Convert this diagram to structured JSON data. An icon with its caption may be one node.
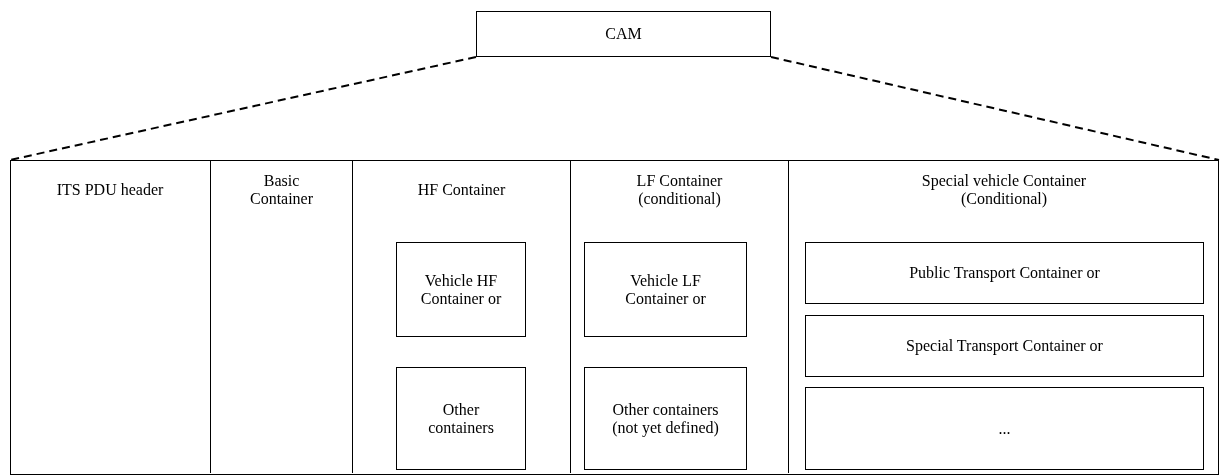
{
  "diagram": {
    "nodes": [
      {
        "text": [
          "CAM"
        ]
      },
      {
        "text": [],
        "shape": "box"
      },
      {
        "text": [
          "ITS PDU header"
        ],
        "in": 1
      },
      {
        "text": [
          "Basic Container"
        ],
        "in": 1
      },
      {
        "text": [
          "HF Container"
        ],
        "in": 1
      },
      {
        "text": [
          "Vehicle HF Container or"
        ],
        "in": 4
      },
      {
        "text": [
          "Other containers"
        ],
        "in": 4
      },
      {
        "text": [
          "LF Container (conditional)"
        ],
        "in": 1
      },
      {
        "text": [
          "Vehicle LF Container or"
        ],
        "in": 7
      },
      {
        "text": [
          "Other containers (not yet defined)"
        ],
        "in": 7
      },
      {
        "text": [
          "Special vehicle Container (Conditional)"
        ],
        "in": 1
      },
      {
        "text": [
          "Public Transport Container or"
        ],
        "in": 10
      },
      {
        "text": [
          "Special Transport Container or"
        ],
        "in": 10
      },
      {
        "text": [
          "..."
        ],
        "in": 10
      }
    ],
    "edges": [
      {
        "from": 0,
        "to": 1,
        "arrow": "none",
        "style": "dashed"
      },
      {
        "from": 0,
        "to": 1,
        "arrow": "none",
        "style": "dashed"
      }
    ]
  }
}
